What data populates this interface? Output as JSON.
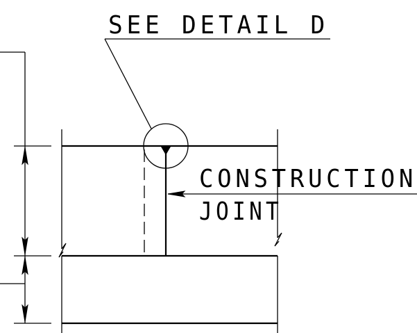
{
  "callout": {
    "detail_label": "SEE DETAIL D",
    "joint_label_line1": "CONSTRUCTION",
    "joint_label_line2": "JOINT"
  },
  "colors": {
    "line": "#000000",
    "background": "#ffffff"
  }
}
